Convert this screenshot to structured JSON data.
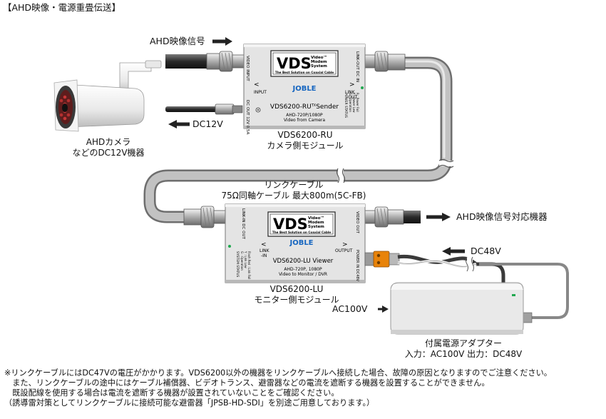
{
  "header": {
    "title": "【AHD映像・電源重畳伝送】"
  },
  "camera": {
    "line1": "AHDカメラ",
    "line2": "などのDC12V機器"
  },
  "signals": {
    "ahd_in": "AHD映像信号",
    "dc12v": "DC12V",
    "ahd_out": "AHD映像信号対応機器",
    "dc48v": "DC48V",
    "ac100v": "AC100V"
  },
  "sender": {
    "logo": "VDS",
    "logo_sub": [
      "Video™",
      "Modem",
      "System"
    ],
    "tagline": "The Best Solution on Coaxial Cable",
    "port_left": "INPUT",
    "port_right": "LINK\n-OUT",
    "brand": "JOBLE",
    "model_label": "VDS6200-RU",
    "model_suffix": "Sender",
    "spec": "AHD-720P/1080P",
    "spec2": "Video from Camera",
    "side_left": "VIDEO INPUT",
    "side_dc": "DC OUT 12V 0.5A",
    "side_right": "LINK-OUT DC IN",
    "status": "POWER STATUS",
    "status_items": [
      "G : Operation",
      "Y : Power Low",
      "R : Power Fail"
    ],
    "caption1": "VDS6200-RU",
    "caption2": "カメラ側モジュール"
  },
  "cable": {
    "line1": "リンクケーブル",
    "line2": "75Ω同軸ケーブル 最大800m(5C-FB)"
  },
  "viewer": {
    "logo": "VDS",
    "logo_sub": [
      "Video™",
      "Modem",
      "System"
    ],
    "tagline": "The Best Solution on Coaxial Cable",
    "port_left": "LINK\n-IN",
    "port_right": "OUTPUT",
    "brand": "JOBLE",
    "model": "VDS6200-LU Viewer",
    "spec": "AHD-720P, 1080P",
    "spec2": "Video to Monitor / DVR",
    "side_left": "LINK-IN DC OUT",
    "side_right": "VIDEO OUT",
    "side_power": "POWER IN DC48V",
    "status": "SYSTEM STATUS",
    "status_items": [
      "G : Operation",
      "Y : Link Low",
      "Flash Red : Link Fail"
    ],
    "caption1": "VDS6200-LU",
    "caption2": "モニター側モジュール"
  },
  "adapter": {
    "line1": "付属電源アダプター",
    "line2": "入力：AC100V 出力：DC48V"
  },
  "notes": [
    "※リンクケーブルにはDC47Vの電圧がかかります。VDS6200以外の機器をリンクケーブルへ接続した場合、故障の原因となりますのでご注意ください。",
    "　また、リンクケーブルの途中にはケーブル補償器、ビデオトランス、避雷器などの電流を遮断する機器を設置することができません。",
    "　既設配線を使用する場合は電流を遮断する機器が設置されていないことをご確認ください。",
    "（誘導雷対策としてリンクケーブルに接続可能な避雷器「JPSB-HD-SDI」を別途ご用意しております。）"
  ],
  "colors": {
    "cable": "#b9b9b9",
    "cable_edge": "#6e6e6e",
    "box": "#e6e6e6",
    "connector": "#c9c9c9",
    "jack": "#e8830a",
    "led": "#1fa84f"
  }
}
